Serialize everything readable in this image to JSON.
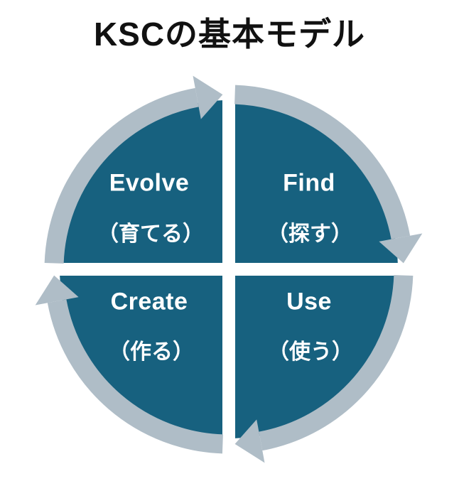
{
  "title": {
    "text": "KSCの基本モデル"
  },
  "colors": {
    "background": "#FFFFFF",
    "circle_fill": "#17617F",
    "ring": "#AFBDC7",
    "label_text": "#FFFFFF",
    "title_text": "#111111"
  },
  "diagram": {
    "type": "cycle-diagram",
    "direction": "clockwise",
    "quadrants": [
      {
        "position": "top-left",
        "label_en": "Evolve",
        "label_ja": "（育てる）"
      },
      {
        "position": "top-right",
        "label_en": "Find",
        "label_ja": "（探す）"
      },
      {
        "position": "bottom-left",
        "label_en": "Create",
        "label_ja": "（作る）"
      },
      {
        "position": "bottom-right",
        "label_en": "Use",
        "label_ja": "（使う）"
      }
    ],
    "icons": [
      {
        "name": "cycle-arrow-top-icon",
        "direction": "right"
      },
      {
        "name": "cycle-arrow-right-icon",
        "direction": "down"
      },
      {
        "name": "cycle-arrow-bottom-icon",
        "direction": "left"
      },
      {
        "name": "cycle-arrow-left-icon",
        "direction": "up"
      }
    ]
  }
}
